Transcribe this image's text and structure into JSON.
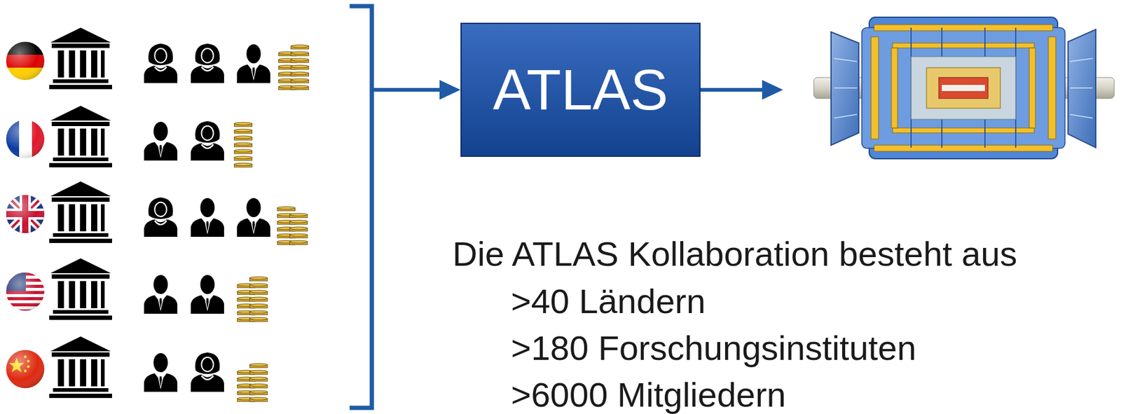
{
  "diagram": {
    "nodes": [
      {
        "text": [
          "ATLAS"
        ]
      }
    ],
    "labels": [
      "Die ATLAS Kollaboration besteht aus",
      ">40 Ländern",
      ">180 Forschungsinstituten",
      ">6000 Mitgliedern"
    ]
  }
}
